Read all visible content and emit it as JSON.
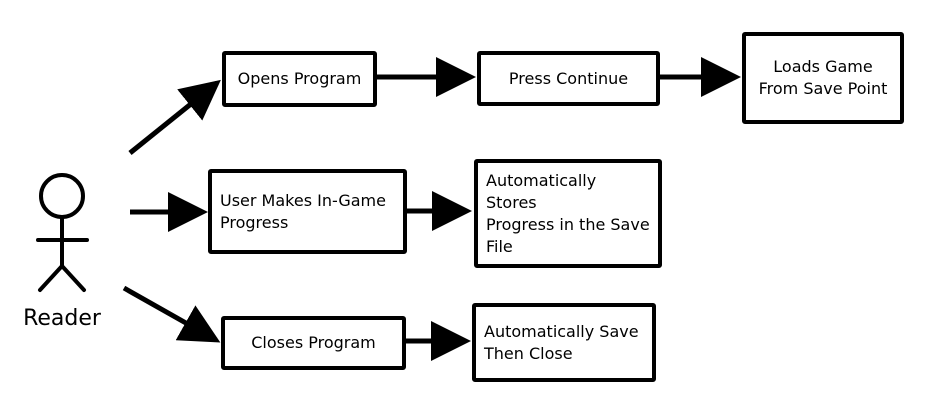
{
  "actor": {
    "label": "Reader"
  },
  "nodes": {
    "opens_program": "Opens Program",
    "press_continue": "Press Continue",
    "loads_game": "Loads Game\nFrom Save Point",
    "user_progress": "User Makes In-Game\nProgress",
    "stores_progress": "Automatically Stores\nProgress in the Save\nFile",
    "closes_program": "Closes Program",
    "save_close": "Automatically Save\nThen Close"
  },
  "colors": {
    "line": "#000000",
    "background": "#ffffff"
  }
}
